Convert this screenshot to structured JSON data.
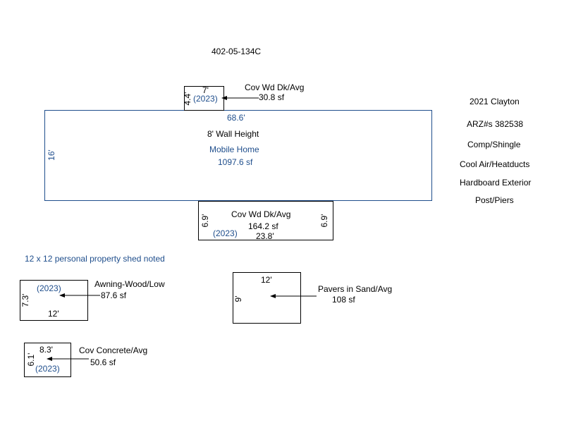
{
  "parcel_id": "402-05-134C",
  "sidebar": {
    "lines": [
      "2021 Clayton",
      "ARZ#s 382538",
      "Comp/Shingle",
      "Cool Air/Heatducts",
      "Hardboard Exterior",
      "Post/Piers"
    ]
  },
  "main_structure": {
    "width_label": "68.6'",
    "depth_label": "16'",
    "wall_height": "8' Wall Height",
    "type": "Mobile Home",
    "area": "1097.6 sf"
  },
  "top_deck": {
    "width_label": "7'",
    "depth_label": "4.4'",
    "year": "(2023)",
    "type": "Cov Wd Dk/Avg",
    "area": "30.8 sf"
  },
  "bottom_deck": {
    "type": "Cov Wd Dk/Avg",
    "area": "164.2 sf",
    "width_label": "23.8'",
    "left_depth": "6.9'",
    "right_depth": "6.9'",
    "year": "(2023)"
  },
  "note": "12 x 12 personal property shed noted",
  "awning": {
    "type": "Awning-Wood/Low",
    "area": "87.6 sf",
    "year": "(2023)",
    "width_label": "12'",
    "depth_label": "7.3'"
  },
  "pavers": {
    "type": "Pavers in Sand/Avg",
    "area": "108 sf",
    "width_label": "12'",
    "depth_label": "9'"
  },
  "concrete": {
    "type": "Cov Concrete/Avg",
    "area": "50.6 sf",
    "width_label": "8.3'",
    "depth_label": "6.1'",
    "year": "(2023)"
  },
  "colors": {
    "dimension_text": "#1f4e8c",
    "outline": "#000000",
    "main_outline": "#1f4e8c"
  }
}
